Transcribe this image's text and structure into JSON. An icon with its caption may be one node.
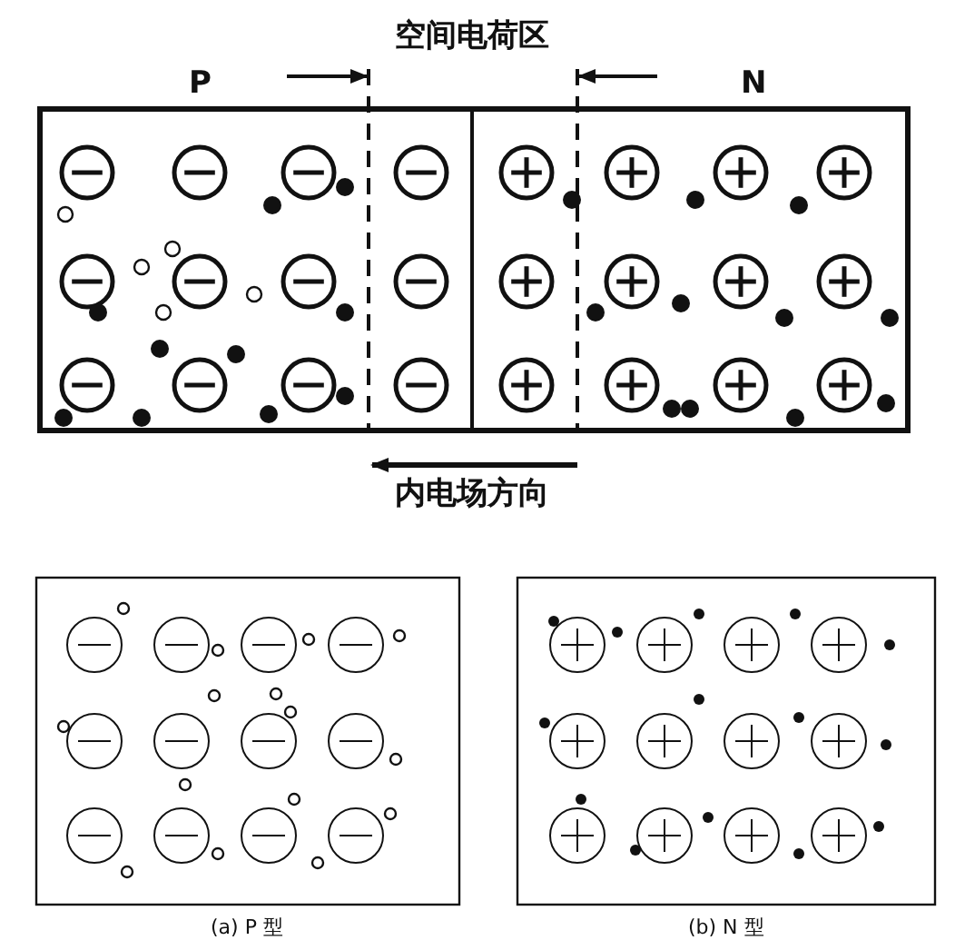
{
  "diagram": {
    "labels": [
      "空间电荷区",
      "P",
      "N",
      "内电场方向",
      "(a) P 型",
      "(b) N 型"
    ]
  }
}
